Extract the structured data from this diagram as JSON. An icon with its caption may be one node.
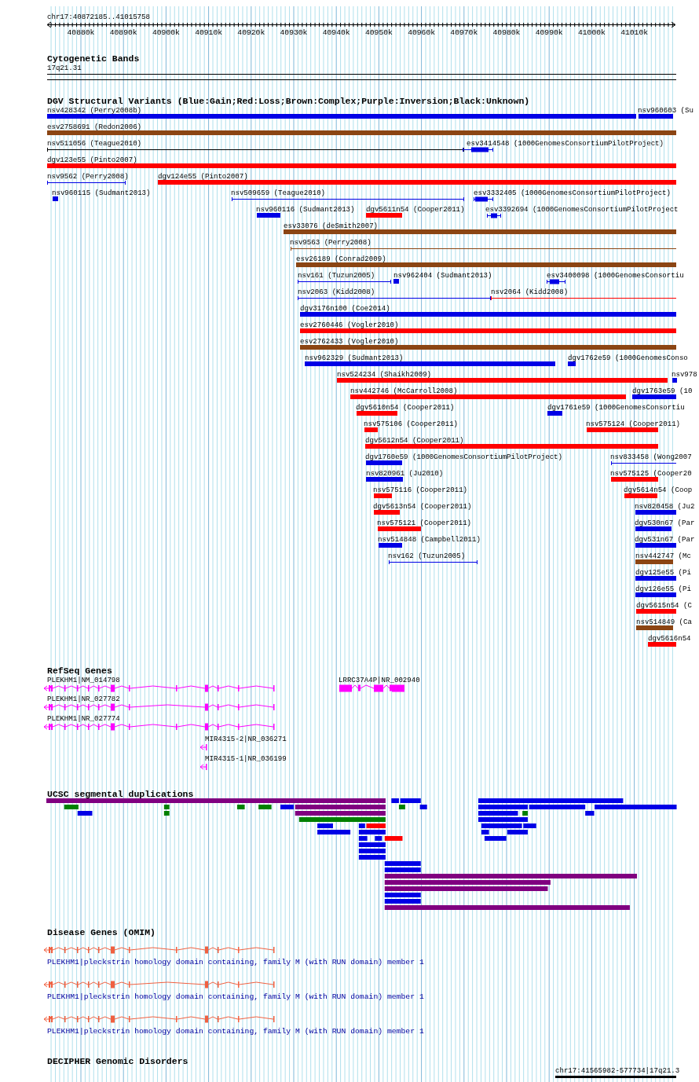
{
  "diagram": {
    "labels": [
      "chr17:40872185..41015758",
      "40880k",
      "40890k",
      "40900k",
      "40910k",
      "40920k",
      "40930k",
      "40940k",
      "40950k",
      "40960k",
      "40970k",
      "40980k",
      "40990k",
      "41000k",
      "41010k",
      "Cytogenetic Bands",
      "17q21.31",
      "DGV Structural Variants (Blue:Gain;Red:Loss;Brown:Complex;Purple:Inversion;Black:Unknown)",
      "nsv428342 (Perry2008b)",
      "nsv960603 (Su",
      "esv2758691 (Redon2006)",
      "nsv511056 (Teague2010)",
      "esv3414548 (1000GenomesConsortiumPilotProject)",
      "dgv123e55 (Pinto2007)",
      "nsv9562 (Perry2008)",
      "dgv124e55 (Pinto2007)",
      "nsv960115 (Sudmant2013)",
      "nsv509659 (Teague2010)",
      "esv3332405 (1000GenomesConsortiumPilotProject)",
      "nsv960116 (Sudmant2013)",
      "dgv5611n54 (Cooper2011)",
      "esv3392694 (1000GenomesConsortiumPilotProject",
      "esv33076 (deSmith2007)",
      "nsv9563 (Perry2008)",
      "esv26189 (Conrad2009)",
      "nsv161 (Tuzun2005)",
      "nsv962404 (Sudmant2013)",
      "esv3400098 (1000GenomesConsortiu",
      "nsv2063 (Kidd2008)",
      "nsv2064 (Kidd2008)",
      "dgv3176n100 (Coe2014)",
      "esv2760446 (Vogler2010)",
      "esv2762433 (Vogler2010)",
      "nsv962329 (Sudmant2013)",
      "dgv1762e59 (1000GenomesConso",
      "nsv524234 (Shaikh2009)",
      "nsv978",
      "nsv442746 (McCarroll2008)",
      "dgv1763e59 (10",
      "dgv5610n54 (Cooper2011)",
      "dgv1761e59 (1000GenomesConsortiu",
      "nsv575106 (Cooper2011)",
      "nsv575124 (Cooper2011)",
      "dgv5612n54 (Cooper2011)",
      "dgv1760e59 (1000GenomesConsortiumPilotProject)",
      "nsv833458 (Wong2007",
      "nsv820961 (Ju2010)",
      "nsv575125 (Cooper20",
      "nsv575116 (Cooper2011)",
      "dgv5614n54 (Coop",
      "dgv5613n54 (Cooper2011)",
      "nsv820458 (Ju2",
      "nsv575121 (Cooper2011)",
      "dgv530n67 (Par",
      "nsv514848 (Campbell2011)",
      "dgv531n67 (Par",
      "nsv162 (Tuzun2005)",
      "nsv442747 (Mc",
      "dgv125e55 (Pi",
      "dgv126e55 (Pi",
      "dgv5615n54 (C",
      "nsv514849 (Ca",
      "dgv5616n54",
      "RefSeq Genes",
      "PLEKHM1|NM_014798",
      "LRRC37A4P|NR_002940",
      "PLEKHM1|NR_027782",
      "PLEKHM1|NR_027774",
      "MIR4315-2|NR_036271",
      "MIR4315-1|NR_036199",
      "UCSC segmental duplications",
      "Disease Genes (OMIM)",
      "PLEKHM1|pleckstrin homology domain containing, family M (with RUN domain) member 1",
      "PLEKHM1|pleckstrin homology domain containing, family M (with RUN domain) member 1",
      "PLEKHM1|pleckstrin homology domain containing, family M (with RUN domain) member 1",
      "DECIPHER Genomic Disorders",
      "chr17:41565982-577734|17q21.3"
    ]
  }
}
